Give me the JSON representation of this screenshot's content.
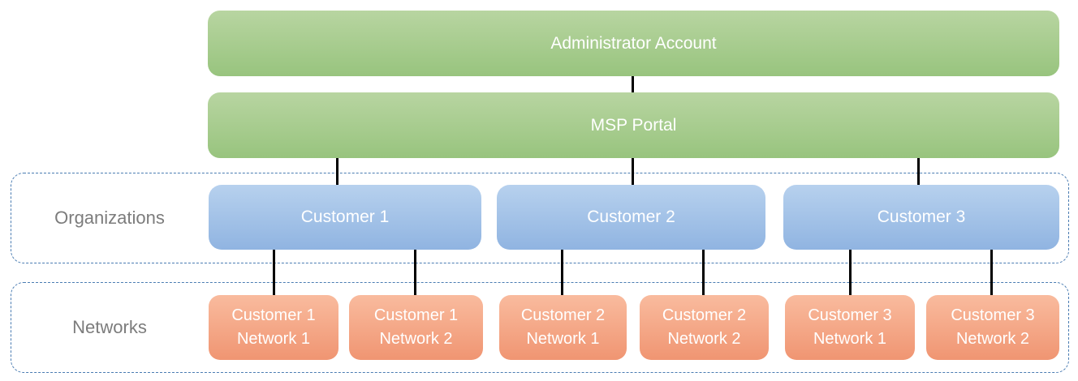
{
  "colors": {
    "green-top": "#b8d5a1",
    "green-bottom": "#98c47e",
    "blue-top": "#b7d1ee",
    "blue-bottom": "#90b4e1",
    "orange-top": "#f9bb9e",
    "orange-bottom": "#f09572",
    "dashed-border": "#4a7cb2",
    "row-label": "#7c7c7c",
    "connector": "#000000",
    "box-text": "#ffffff"
  },
  "nodes": {
    "admin": "Administrator Account",
    "msp": "MSP Portal"
  },
  "rows": {
    "organizations": {
      "label": "Organizations"
    },
    "networks": {
      "label": "Networks"
    }
  },
  "customers": [
    {
      "label": "Customer 1"
    },
    {
      "label": "Customer 2"
    },
    {
      "label": "Customer 3"
    }
  ],
  "networks": [
    {
      "line1": "Customer 1",
      "line2": "Network 1"
    },
    {
      "line1": "Customer 1",
      "line2": "Network 2"
    },
    {
      "line1": "Customer 2",
      "line2": "Network 1"
    },
    {
      "line1": "Customer 2",
      "line2": "Network 2"
    },
    {
      "line1": "Customer 3",
      "line2": "Network 1"
    },
    {
      "line1": "Customer 3",
      "line2": "Network 2"
    }
  ]
}
